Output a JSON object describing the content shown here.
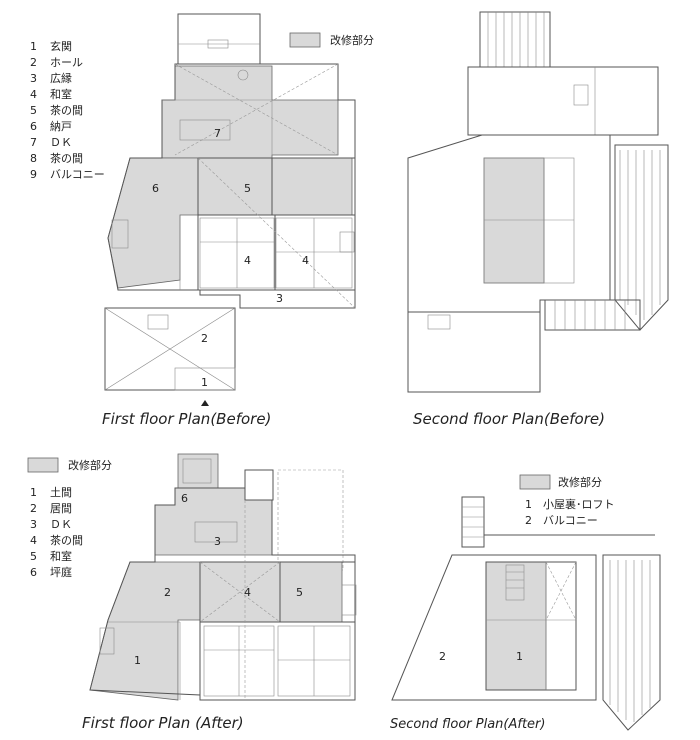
{
  "legend_label": "改修部分",
  "plans": {
    "first_before": {
      "caption": "First floor Plan(Before)",
      "legend": [
        {
          "n": "1",
          "t": "玄関"
        },
        {
          "n": "2",
          "t": "ホール"
        },
        {
          "n": "3",
          "t": "広縁"
        },
        {
          "n": "4",
          "t": "和室"
        },
        {
          "n": "5",
          "t": "茶の間"
        },
        {
          "n": "6",
          "t": "納戸"
        },
        {
          "n": "7",
          "t": "ＤＫ"
        },
        {
          "n": "8",
          "t": "茶の間"
        },
        {
          "n": "9",
          "t": "バルコニー"
        }
      ],
      "room_numbers": [
        "7",
        "6",
        "5",
        "4",
        "4",
        "3",
        "2",
        "1"
      ]
    },
    "second_before": {
      "caption": "Second floor Plan(Before)"
    },
    "first_after": {
      "caption": "First floor Plan (After)",
      "legend": [
        {
          "n": "1",
          "t": "土間"
        },
        {
          "n": "2",
          "t": "居間"
        },
        {
          "n": "3",
          "t": "ＤＫ"
        },
        {
          "n": "4",
          "t": "茶の間"
        },
        {
          "n": "5",
          "t": "和室"
        },
        {
          "n": "6",
          "t": "坪庭"
        }
      ],
      "room_numbers": [
        "6",
        "3",
        "2",
        "4",
        "5",
        "1"
      ]
    },
    "second_after": {
      "caption": "Second floor Plan(After)",
      "legend": [
        {
          "n": "1",
          "t": "小屋裏･ロフト"
        },
        {
          "n": "2",
          "t": "バルコニー"
        }
      ],
      "room_numbers": [
        "2",
        "1"
      ]
    }
  }
}
